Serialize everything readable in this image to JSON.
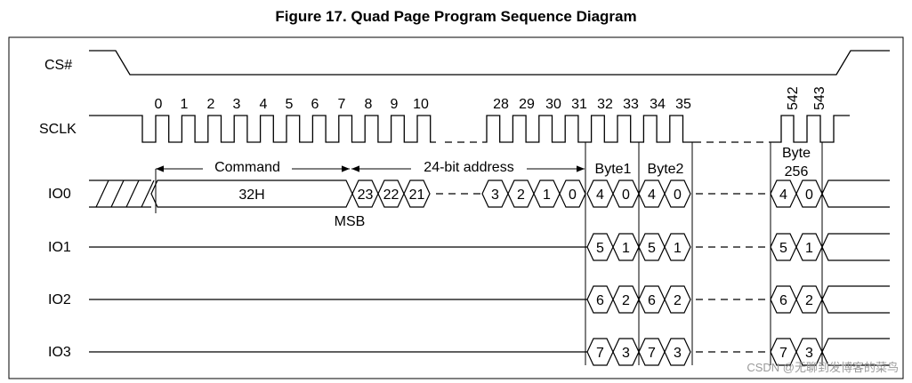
{
  "title": "Figure 17. Quad Page Program Sequence Diagram",
  "signals": {
    "cs": "CS#",
    "sclk": "SCLK",
    "io0": "IO0",
    "io1": "IO1",
    "io2": "IO2",
    "io3": "IO3"
  },
  "clock_numbers": [
    "0",
    "1",
    "2",
    "3",
    "4",
    "5",
    "6",
    "7",
    "8",
    "9",
    "10",
    "28",
    "29",
    "30",
    "31",
    "32",
    "33",
    "34",
    "35",
    "542",
    "543"
  ],
  "annotations": {
    "command": "Command",
    "address": "24-bit address",
    "byte1": "Byte1",
    "byte2": "Byte2",
    "byte256_line1": "Byte",
    "byte256_line2": "256",
    "msb": "MSB"
  },
  "io0_values": {
    "command": "32H",
    "address_start": [
      "23",
      "22",
      "21"
    ],
    "address_end": [
      "3",
      "2",
      "1",
      "0"
    ],
    "byte1": [
      "4",
      "0"
    ],
    "byte2": [
      "4",
      "0"
    ],
    "byte256": [
      "4",
      "0"
    ]
  },
  "io1_values": [
    "5",
    "1",
    "5",
    "1",
    "5",
    "1"
  ],
  "io2_values": [
    "6",
    "2",
    "6",
    "2",
    "6",
    "2"
  ],
  "io3_values": [
    "7",
    "3",
    "7",
    "3",
    "7",
    "3"
  ],
  "watermark": "CSDN @无聊到发博客的菜鸟"
}
